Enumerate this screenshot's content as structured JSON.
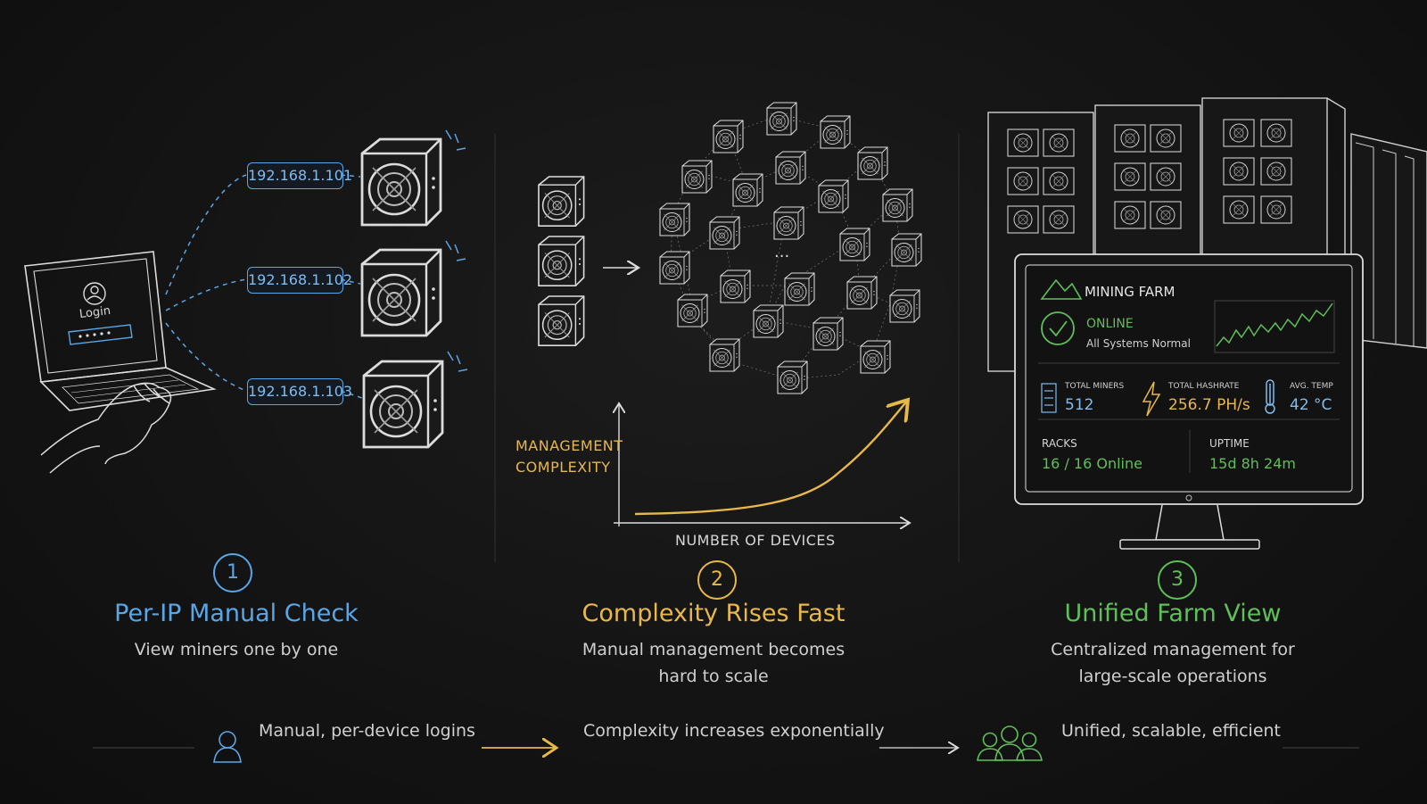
{
  "panel1": {
    "login_label": "Login",
    "ips": [
      "192.168.1.101",
      "192.168.1.102",
      "192.168.1.103"
    ],
    "step": "1",
    "title": "Per-IP Manual Check",
    "subtitle": "View miners one by one"
  },
  "panel2": {
    "y_axis_label_line1": "MANAGEMENT",
    "y_axis_label_line2": "COMPLEXITY",
    "x_axis_label": "NUMBER OF DEVICES",
    "cluster_dots": "...",
    "step": "2",
    "title": "Complexity Rises Fast",
    "subtitle_line1": "Manual management becomes",
    "subtitle_line2": "hard to scale"
  },
  "panel3": {
    "dashboard": {
      "title": "MINING FARM",
      "status": "ONLINE",
      "status_detail": "All Systems Normal",
      "total_miners_label": "TOTAL MINERS",
      "total_miners_value": "512",
      "total_hashrate_label": "TOTAL HASHRATE",
      "total_hashrate_value": "256.7 PH/s",
      "avg_temp_label": "AVG. TEMP",
      "avg_temp_value": "42 °C",
      "racks_label": "RACKS",
      "racks_value": "16 / 16 Online",
      "uptime_label": "UPTIME",
      "uptime_value": "15d 8h 24m"
    },
    "step": "3",
    "title": "Unified Farm View",
    "subtitle_line1": "Centralized management for",
    "subtitle_line2": "large-scale operations"
  },
  "footer": {
    "item1": "Manual, per-device logins",
    "item2": "Complexity increases exponentially",
    "item3": "Unified, scalable, efficient"
  },
  "colors": {
    "blue": "#5aa6e6",
    "yellow": "#e8b84a",
    "green": "#5fbf58",
    "background": "#141414"
  },
  "icons": [
    "laptop-icon",
    "user-icon",
    "hand-icon",
    "miner-icon",
    "arrow-right-icon",
    "mountain-icon",
    "check-circle-icon",
    "lightning-icon",
    "thermometer-icon",
    "users-group-icon",
    "server-rack-icon",
    "monitor-icon"
  ]
}
